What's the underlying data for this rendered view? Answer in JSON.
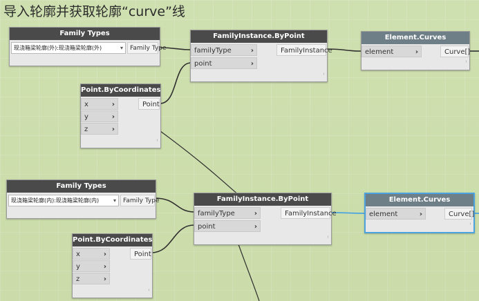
{
  "page": {
    "title": "导入轮廓并获取轮廓“curve”线"
  },
  "colors": {
    "canvas": "#cfe0b0",
    "header": "#4a4a4a",
    "selected": "#4aa3df",
    "wire": "#2e2e2e"
  },
  "groups": [
    {
      "family_types": {
        "title": "Family Types",
        "value": "现浇箱梁轮廓(外):现浇箱梁轮廓(外)",
        "output": "Family Type",
        "dropdown_icon": "chevron-down-icon"
      },
      "by_point": {
        "title": "FamilyInstance.ByPoint",
        "inputs": [
          "familyType",
          "point"
        ],
        "output": "FamilyInstance"
      },
      "coordinates": {
        "title": "Point.ByCoordinates",
        "inputs": [
          "x",
          "y",
          "z"
        ],
        "output": "Point"
      },
      "curves": {
        "title": "Element.Curves",
        "inputs": [
          "element"
        ],
        "output": "Curve[]"
      }
    },
    {
      "family_types": {
        "title": "Family Types",
        "value": "现浇箱梁轮廓(内):现浇箱梁轮廓(内)",
        "output": "Family Type",
        "dropdown_icon": "chevron-down-icon"
      },
      "by_point": {
        "title": "FamilyInstance.ByPoint",
        "inputs": [
          "familyType",
          "point"
        ],
        "output": "FamilyInstance"
      },
      "coordinates": {
        "title": "Point.ByCoordinates",
        "inputs": [
          "x",
          "y",
          "z"
        ],
        "output": "Point"
      },
      "curves": {
        "title": "Element.Curves",
        "inputs": [
          "element"
        ],
        "output": "Curve[]"
      }
    }
  ],
  "ports": {
    "chevron": "›",
    "grip": "ⁱ"
  }
}
